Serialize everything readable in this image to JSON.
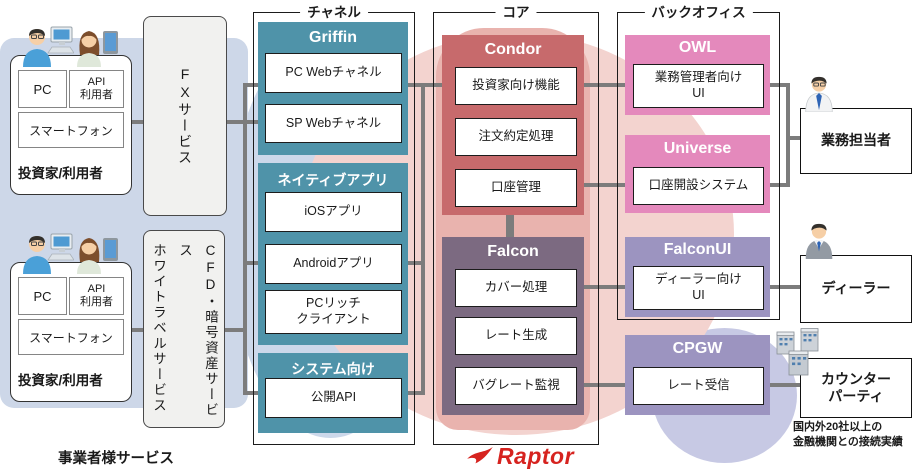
{
  "page": {
    "caption": "事業者様サービス"
  },
  "left": {
    "user_groups": [
      {
        "devices": [
          "PC",
          "API\n利用者",
          "スマートフォン"
        ],
        "label": "投資家/利用者"
      },
      {
        "devices": [
          "PC",
          "API\n利用者",
          "スマートフォン"
        ],
        "label": "投資家/利用者"
      }
    ],
    "services": [
      {
        "label": "FXサービス"
      },
      {
        "label": "CFD・暗号資産サービス\nホワイトラベルサービス"
      }
    ]
  },
  "columns": {
    "channel": {
      "title": "チャネル",
      "groups": [
        {
          "name": "Griffin",
          "items": [
            "PC Webチャネル",
            "SP Webチャネル"
          ]
        },
        {
          "name": "ネイティブアプリ",
          "items": [
            "iOSアプリ",
            "Androidアプリ",
            "PCリッチ\nクライアント"
          ]
        },
        {
          "name": "システム向け",
          "items": [
            "公開API"
          ]
        }
      ]
    },
    "core": {
      "title": "コア",
      "groups": [
        {
          "name": "Condor",
          "items": [
            "投資家向け機能",
            "注文約定処理",
            "口座管理"
          ]
        },
        {
          "name": "Falcon",
          "items": [
            "カバー処理",
            "レート生成",
            "バグレート監視"
          ]
        }
      ]
    },
    "backoffice": {
      "title": "バックオフィス",
      "groups": [
        {
          "name": "OWL",
          "items": [
            "業務管理者向け\nUI"
          ]
        },
        {
          "name": "Universe",
          "items": [
            "口座開設システム"
          ]
        },
        {
          "name": "FalconUI",
          "items": [
            "ディーラー向け\nUI"
          ]
        },
        {
          "name": "CPGW",
          "items": [
            "レート受信"
          ]
        }
      ]
    }
  },
  "actors": [
    {
      "label": "業務担当者"
    },
    {
      "label": "ディーラー"
    },
    {
      "label": "カウンター\nパーティ",
      "note": "国内外20社以上の\n金融機関との接続実績"
    }
  ],
  "logo": {
    "text": "Raptor"
  },
  "colors": {
    "channel_teal": "#4f93a9",
    "core_condor_red": "#c76a6c",
    "core_falcon_purple": "#7c6a81",
    "backoffice_pink": "#e489bc",
    "backoffice_lavender": "#9c94c0",
    "panel_blue": "#cdd7e8",
    "ellipse_pink": "#f3d3cf",
    "core_halo_pink": "#e9b3ae",
    "connector_gray": "#7c7c7c",
    "raptor_red": "#d6231f"
  }
}
